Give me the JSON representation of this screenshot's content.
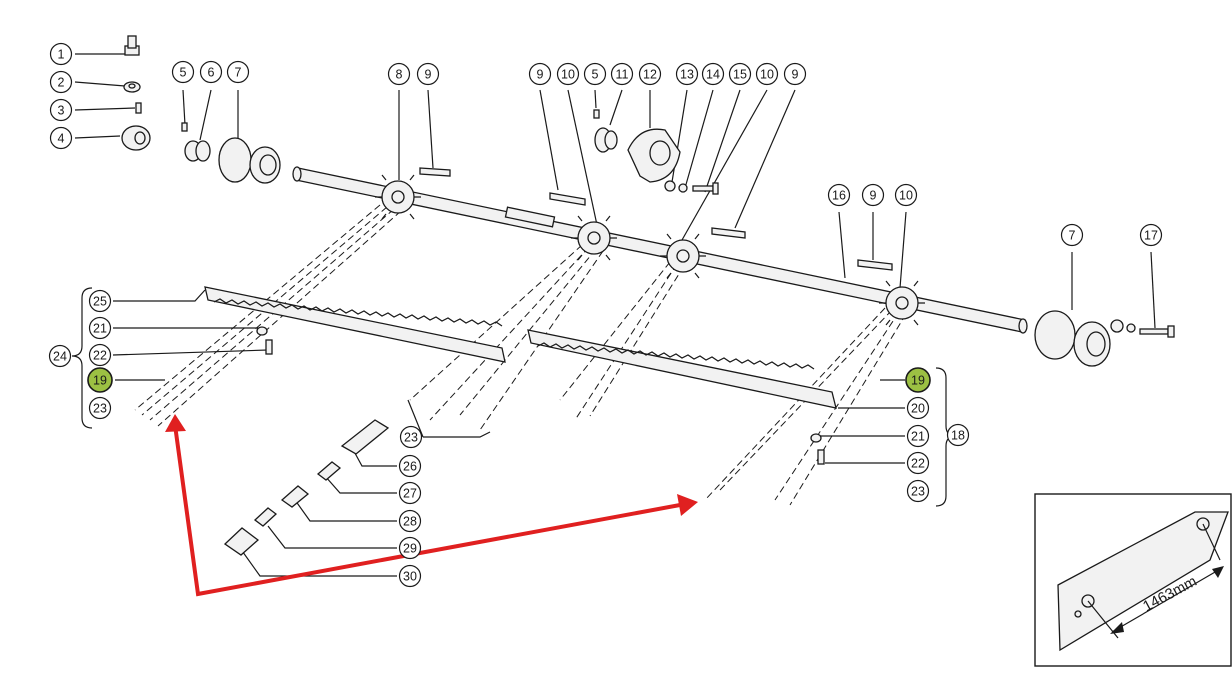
{
  "callouts": [
    {
      "label": "1",
      "highlight": false
    },
    {
      "label": "2",
      "highlight": false
    },
    {
      "label": "3",
      "highlight": false
    },
    {
      "label": "4",
      "highlight": false
    },
    {
      "label": "5",
      "highlight": false
    },
    {
      "label": "6",
      "highlight": false
    },
    {
      "label": "7",
      "highlight": false
    },
    {
      "label": "8",
      "highlight": false
    },
    {
      "label": "9",
      "highlight": false
    },
    {
      "label": "9",
      "highlight": false
    },
    {
      "label": "10",
      "highlight": false
    },
    {
      "label": "5",
      "highlight": false
    },
    {
      "label": "11",
      "highlight": false
    },
    {
      "label": "12",
      "highlight": false
    },
    {
      "label": "13",
      "highlight": false
    },
    {
      "label": "14",
      "highlight": false
    },
    {
      "label": "15",
      "highlight": false
    },
    {
      "label": "10",
      "highlight": false
    },
    {
      "label": "9",
      "highlight": false
    },
    {
      "label": "16",
      "highlight": false
    },
    {
      "label": "9",
      "highlight": false
    },
    {
      "label": "10",
      "highlight": false
    },
    {
      "label": "7",
      "highlight": false
    },
    {
      "label": "17",
      "highlight": false
    },
    {
      "label": "25",
      "highlight": false
    },
    {
      "label": "21",
      "highlight": false
    },
    {
      "label": "24",
      "highlight": false
    },
    {
      "label": "22",
      "highlight": false
    },
    {
      "label": "19",
      "highlight": true
    },
    {
      "label": "23",
      "highlight": false
    },
    {
      "label": "23",
      "highlight": false
    },
    {
      "label": "26",
      "highlight": false
    },
    {
      "label": "27",
      "highlight": false
    },
    {
      "label": "28",
      "highlight": false
    },
    {
      "label": "29",
      "highlight": false
    },
    {
      "label": "30",
      "highlight": false
    },
    {
      "label": "19",
      "highlight": true
    },
    {
      "label": "20",
      "highlight": false
    },
    {
      "label": "21",
      "highlight": false
    },
    {
      "label": "18",
      "highlight": false
    },
    {
      "label": "22",
      "highlight": false
    },
    {
      "label": "23",
      "highlight": false
    }
  ],
  "inset": {
    "dimension_label": "1463mm"
  },
  "colors": {
    "highlight": "#9cc043",
    "arrow": "#e02020",
    "ink": "#1a1a1a"
  }
}
